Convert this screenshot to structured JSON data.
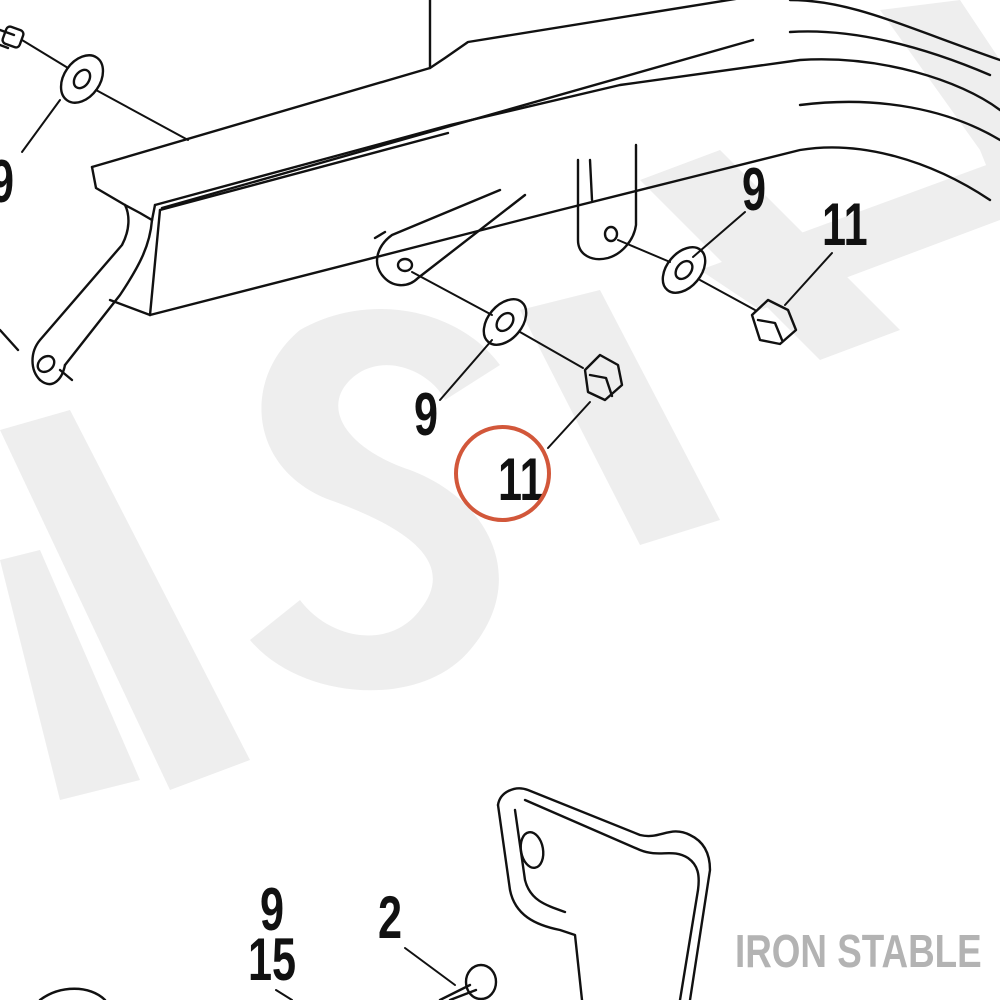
{
  "diagram": {
    "callouts": [
      {
        "id": "washer-left-edge",
        "text": "9"
      },
      {
        "id": "washer-top-right",
        "text": "9"
      },
      {
        "id": "nut-top-right",
        "text": "11"
      },
      {
        "id": "washer-center",
        "text": "9"
      },
      {
        "id": "nut-center",
        "text": "11"
      },
      {
        "id": "washer-bottom",
        "text": "9"
      },
      {
        "id": "spacer-bottom",
        "text": "15"
      },
      {
        "id": "bolt-bottom",
        "text": "2"
      }
    ],
    "highlighted_callout": "nut-center",
    "highlight_color": "#d2573a"
  },
  "brand": {
    "label": "IRON STABLE",
    "color": "#b3b3b3"
  },
  "watermark": {
    "color": "#eeeeee"
  }
}
